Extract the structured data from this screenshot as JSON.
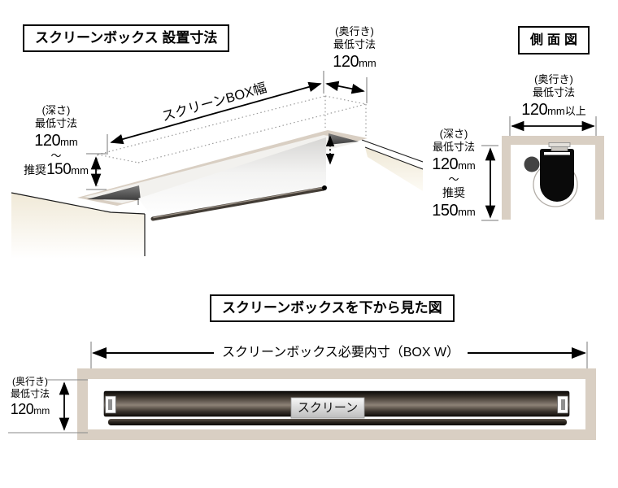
{
  "colors": {
    "beige": "#d9cfc3",
    "cream": "#f2ecda",
    "interior_gray": "#4a4a4a",
    "roller_black": "#0a0a0a",
    "rod_gray": "#423c35",
    "label_gray": "#d9d9d9",
    "line_black": "#000000"
  },
  "top_view": {
    "title": "スクリーンボックス 設置寸法",
    "box_width_label": "スクリーンBOX幅",
    "depth_top": {
      "line1": "(奥行き)",
      "line2": "最低寸法",
      "value": "120",
      "unit": "mm"
    },
    "depth_left": {
      "line1": "(深さ)",
      "line2": "最低寸法",
      "value": "120",
      "unit": "mm",
      "tilde": "〜",
      "rec_prefix": "推奨",
      "rec_value": "150",
      "rec_unit": "mm"
    }
  },
  "side_view": {
    "title": "側面図",
    "depth_top": {
      "line1": "(奥行き)",
      "line2": "最低寸法",
      "value": "120",
      "unit": "mm以上"
    },
    "depth_left": {
      "line1": "(深さ)",
      "line2": "最低寸法",
      "value": "120",
      "unit": "mm",
      "tilde": "〜",
      "rec_prefix": "推奨",
      "rec_value": "150",
      "rec_unit": "mm"
    }
  },
  "bottom_view": {
    "title": "スクリーンボックスを下から見た図",
    "inner_width_label": "スクリーンボックス必要内寸（BOX W）",
    "depth_left": {
      "line1": "(奥行き)",
      "line2": "最低寸法",
      "value": "120",
      "unit": "mm"
    },
    "screen_label": "スクリーン"
  }
}
